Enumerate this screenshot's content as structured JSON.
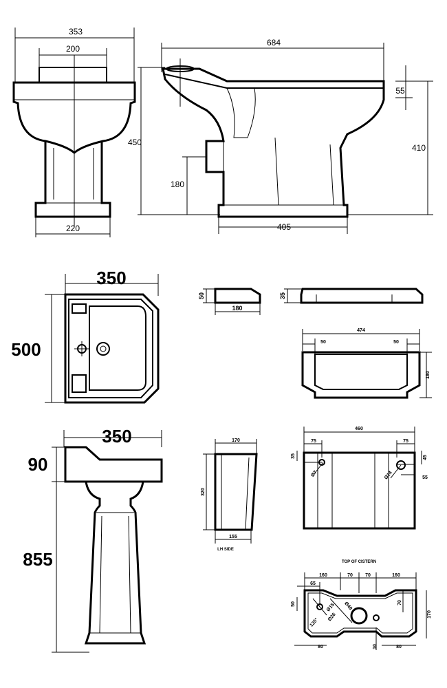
{
  "wc_front": {
    "width_top": "353",
    "seat_width": "200",
    "base_width": "220"
  },
  "wc_side": {
    "length": "684",
    "seat_drop": "55",
    "pan_height": "450",
    "rim_height": "410",
    "outlet_height": "180",
    "base_length": "405"
  },
  "basin_plan": {
    "width": "350",
    "depth": "500"
  },
  "basin_front": {
    "width": "350",
    "bowl_height": "90",
    "pedestal_height": "855"
  },
  "lid_small": {
    "height": "50",
    "width": "180"
  },
  "lid_large": {
    "height": "35"
  },
  "cistern_front": {
    "width": "474",
    "margin_left": "50",
    "margin_right": "50",
    "height": "180"
  },
  "cistern_side": {
    "top_width": "170",
    "height": "320",
    "bottom_width": "155",
    "caption": "LH SIDE"
  },
  "cistern_back": {
    "width": "460",
    "offset_left": "75",
    "offset_right": "75",
    "drop_left": "35",
    "drop_right": "45",
    "hole_left": "Ø7",
    "hole_right": "Ø14",
    "right_inset": "55"
  },
  "cistern_top": {
    "caption": "TOP OF CISTERN",
    "seg_1": "160",
    "seg_2": "70",
    "seg_3": "70",
    "seg_4": "160",
    "inner_left": "65",
    "left_edge": "50",
    "depth": "170",
    "right_inner": "70",
    "hole_a": "Ø15",
    "hole_b": "Ø48",
    "hole_c": "Ø26",
    "angle": "135°",
    "bottom_left": "80",
    "bottom_mid": "10",
    "bottom_right": "80"
  }
}
